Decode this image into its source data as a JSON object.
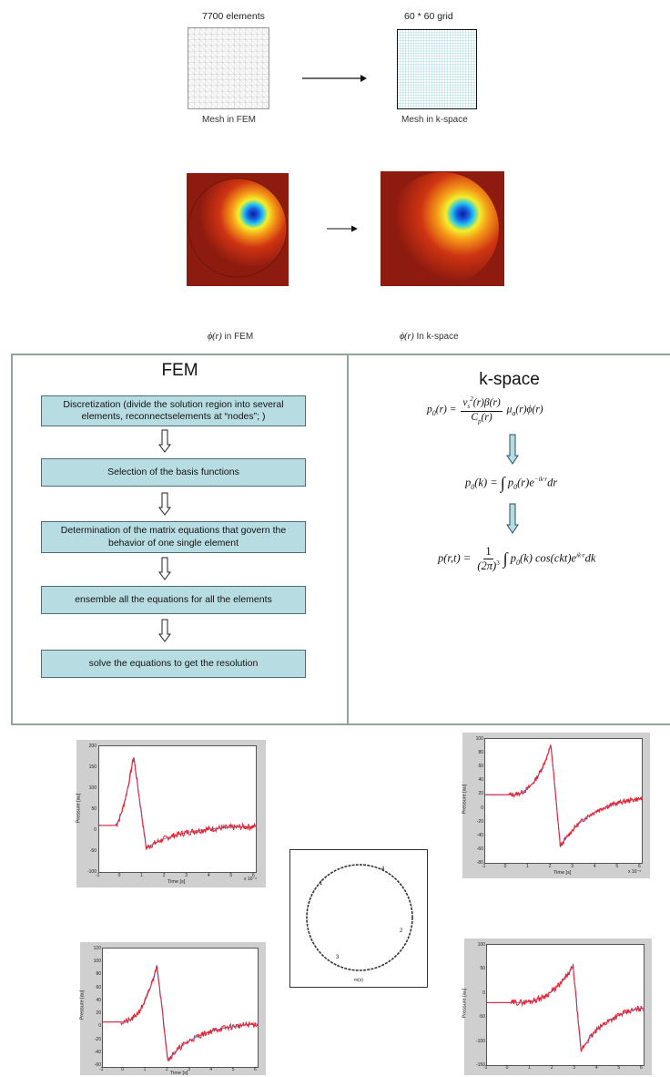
{
  "top": {
    "fem_mesh_title": "7700 elements",
    "kspace_mesh_title": "60 * 60  grid",
    "fem_mesh_caption": "Mesh in FEM",
    "kspace_mesh_caption": "Mesh in k-space",
    "phi_symbol": "ϕ(r)",
    "phi_fem_caption": " in FEM",
    "phi_kspace_caption": " In k-space"
  },
  "fem_panel": {
    "title": "FEM",
    "steps": [
      "Discretization (divide the solution region into several elements, reconnectselements at “nodes”; )",
      "Selection of the basis functions",
      "Determination of the matrix equations that govern the behavior of one single element",
      "ensemble all the equations for all the elements",
      "solve the equations to get the resolution"
    ]
  },
  "kspace_panel": {
    "title": "k-space"
  },
  "plots": {
    "top_left": {
      "ylabel": "Pressure [au]",
      "xlabel": "Time [s]",
      "xscale": "x 10⁻⁵",
      "yticks": [
        "200",
        "150",
        "100",
        "50",
        "0",
        "-50",
        "-100"
      ],
      "xticks": [
        "-1",
        "0",
        "1",
        "2",
        "3",
        "4",
        "5",
        "6"
      ]
    },
    "top_right": {
      "ylabel": "Pressure [au]",
      "xlabel": "Time [s]",
      "xscale": "x 10⁻⁵",
      "yticks": [
        "100",
        "80",
        "60",
        "40",
        "20",
        "0",
        "-20",
        "-40",
        "-60",
        "-80"
      ],
      "xticks": [
        "-1",
        "0",
        "1",
        "2",
        "3",
        "4",
        "5",
        "6"
      ]
    },
    "bottom_left": {
      "ylabel": "Pressure [au]",
      "xlabel": "Time [s]",
      "yticks": [
        "120",
        "100",
        "80",
        "60",
        "40",
        "20",
        "0",
        "-20",
        "-40",
        "-60"
      ],
      "xticks": [
        "-1",
        "0",
        "1",
        "2",
        "3",
        "4",
        "5",
        "6"
      ]
    },
    "bottom_right": {
      "ylabel": "Pressure [au]",
      "yticks": [
        "100",
        "50",
        "0",
        "-50",
        "-100",
        "-150"
      ],
      "xticks": [
        "-1",
        "0",
        "1",
        "2",
        "3",
        "4",
        "5",
        "6"
      ]
    }
  },
  "sensor_map": {
    "labels": [
      "4",
      "2",
      "1",
      "3"
    ],
    "xlabel": "m(x)"
  },
  "colors": {
    "simulated_trace": "#e8202a",
    "reference_trace": "#6f7ff2",
    "step_fill": "#b7dde3",
    "panel_border": "#8fa59a"
  }
}
